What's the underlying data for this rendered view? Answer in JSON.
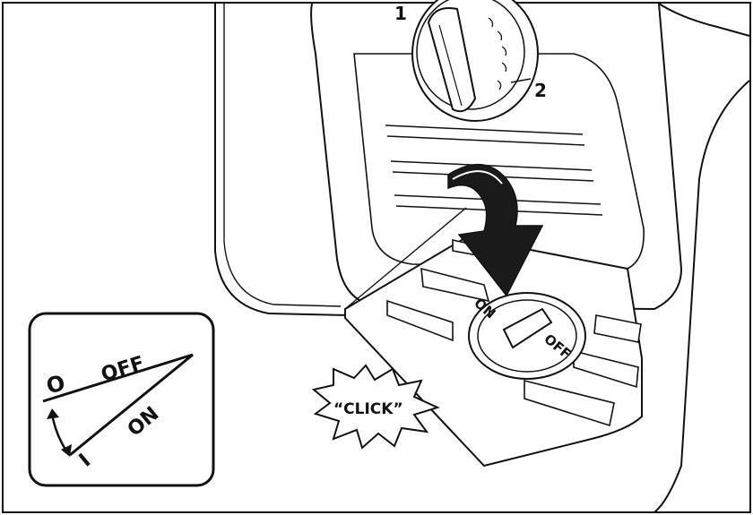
{
  "dial": {
    "mark_1": "1",
    "mark_2": "2"
  },
  "switch": {
    "on_label": "ON",
    "off_label": "OFF"
  },
  "sound_effect": "“CLICK”",
  "inset": {
    "off_symbol": "O",
    "off_label": "OFF",
    "on_symbol": "I",
    "on_label": "ON"
  },
  "colors": {
    "line": "#111111",
    "background": "#ffffff"
  }
}
